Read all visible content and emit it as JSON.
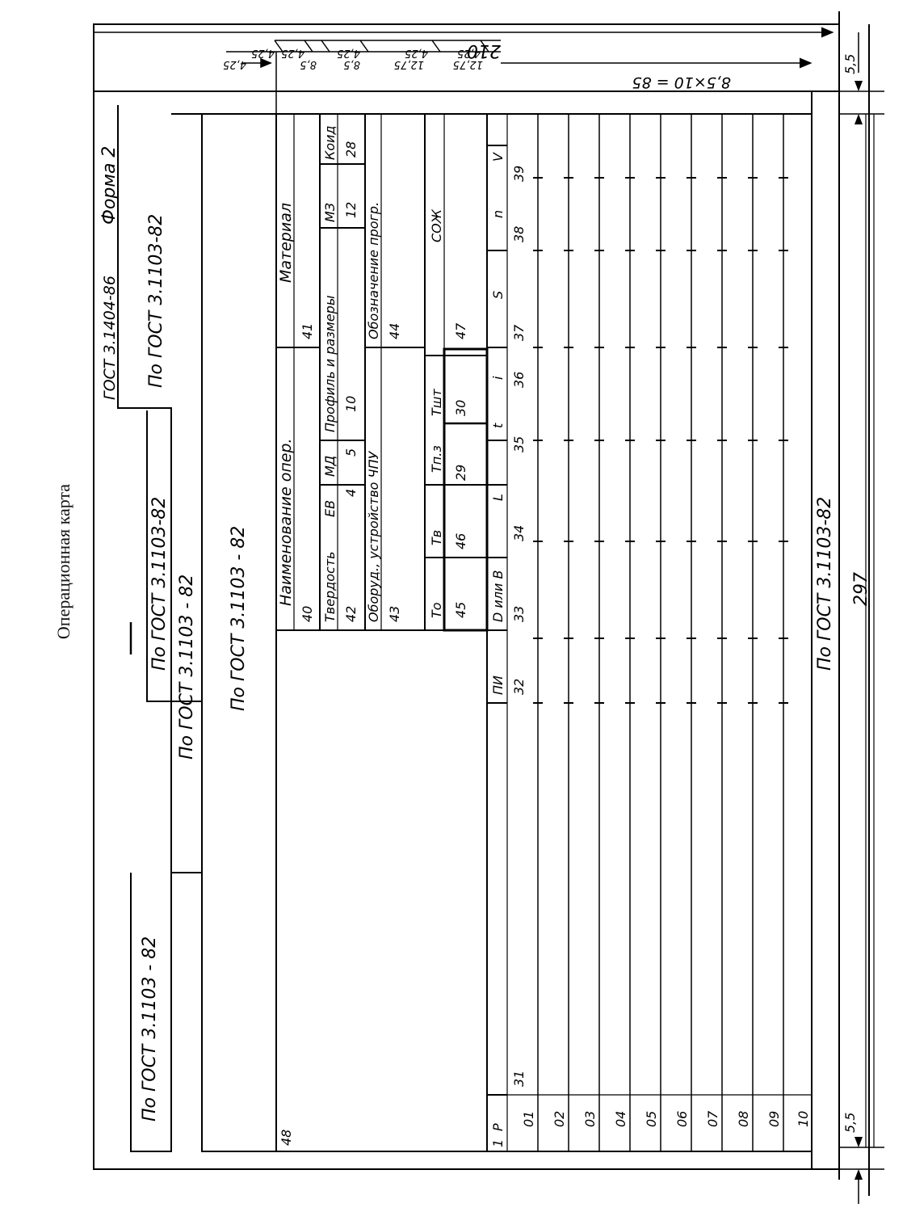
{
  "caption": "Операционная карта",
  "header": {
    "standard": "ГОСТ 3.1404-86",
    "form": "Форма 2"
  },
  "ref_gost": "По ГОСТ 3.1103-82",
  "ref_gost_b": "По ГОСТ 3.1103 - 82",
  "ref_gost_c": "По ГОСТ 3.1103-82",
  "dims": {
    "width": "210",
    "height": "297",
    "margin": "5,5",
    "rows": "8,5×10 = 85",
    "col_widths": [
      "4,25",
      "4,25",
      "4,25",
      "4,25",
      "4,25",
      "4,25"
    ],
    "col_sub": [
      "8,5",
      "8,5",
      "12,75",
      "12,75"
    ]
  },
  "fields": {
    "op_name": "Наименование опер.",
    "material": "Материал",
    "hardness": "Твердость",
    "ev": "ЕВ",
    "md": "МД",
    "profile": "Профиль и размеры",
    "mz": "МЗ",
    "koid": "Коид",
    "equipment": "Оборуд., устройство ЧПУ",
    "program": "Обозначение прогр.",
    "to": "То",
    "tv": "Тв",
    "tpz": "Тп.з",
    "tsht": "Тшт",
    "sozh": "СОЖ"
  },
  "codes": {
    "c40": "40",
    "c41": "41",
    "c42": "42",
    "c4": "4",
    "c5": "5",
    "c10": "10",
    "c12": "12",
    "c28": "28",
    "c43": "43",
    "c44": "44",
    "c45": "45",
    "c46": "46",
    "c29": "29",
    "c30": "30",
    "c47": "47",
    "c48": "48"
  },
  "table_header": [
    {
      "label": "ПИ",
      "code": "32"
    },
    {
      "label": "D или В",
      "code": "33"
    },
    {
      "label": "L",
      "code": "34"
    },
    {
      "label": "t",
      "code": "35"
    },
    {
      "label": "i",
      "code": "36"
    },
    {
      "label": "S",
      "code": "37"
    },
    {
      "label": "n",
      "code": "38"
    },
    {
      "label": "V",
      "code": "39"
    }
  ],
  "left_header": {
    "label": "Р",
    "code": "31",
    "num": "1"
  },
  "rows": [
    "01",
    "02",
    "03",
    "04",
    "05",
    "06",
    "07",
    "08",
    "09",
    "10"
  ]
}
